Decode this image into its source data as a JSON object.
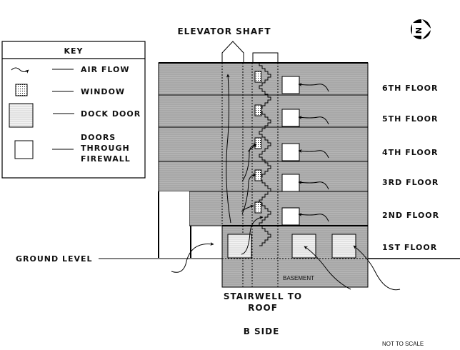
{
  "title": "ELEVATOR SHAFT",
  "compass": {
    "label": "N",
    "icon": "north-arrow-icon"
  },
  "key": {
    "heading": "KEY",
    "items": [
      {
        "icon": "air-flow-icon",
        "label": "AIR FLOW"
      },
      {
        "icon": "window-icon",
        "label": "WINDOW"
      },
      {
        "icon": "dock-door-icon",
        "label": "DOCK DOOR"
      },
      {
        "icon": "firewall-door-icon",
        "label_lines": [
          "DOORS",
          "THROUGH",
          "FIREWALL"
        ]
      }
    ]
  },
  "floors": [
    "6TH FLOOR",
    "5TH FLOOR",
    "4TH FLOOR",
    "3RD FLOOR",
    "2ND FLOOR",
    "1ST FLOOR"
  ],
  "ground_label": "GROUND LEVEL",
  "basement_label": "BASEMENT",
  "stairwell_label": [
    "STAIRWELL TO",
    "ROOF"
  ],
  "side_label": "B SIDE",
  "scale_note": "NOT TO SCALE",
  "colors": {
    "floor_fill": "#a9a9a9",
    "dock_fill": "#e4e4e4",
    "line": "#000000"
  }
}
